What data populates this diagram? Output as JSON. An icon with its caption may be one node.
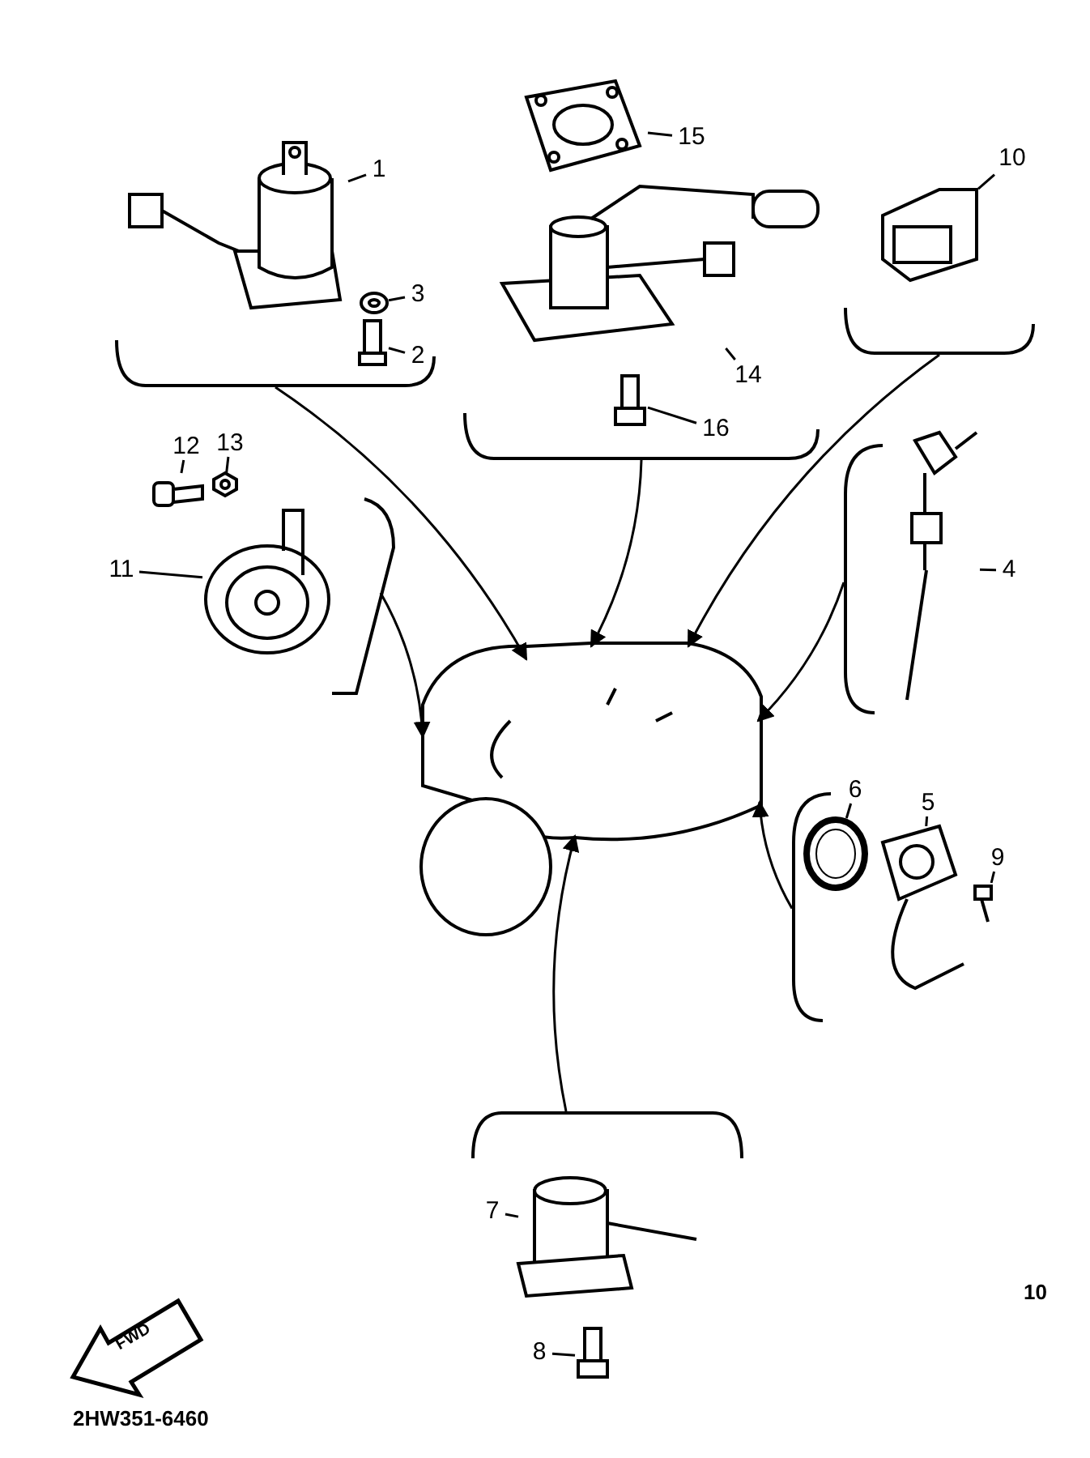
{
  "diagram": {
    "nodes": [
      {
        "text": [],
        "shape": "bracket"
      },
      {
        "text": [
          "1"
        ],
        "in": 0
      },
      {
        "text": [],
        "shape": "picture",
        "in": 0
      },
      {
        "text": [
          "3"
        ],
        "in": 0
      },
      {
        "text": [],
        "shape": "picture",
        "in": 0
      },
      {
        "text": [
          "2"
        ],
        "in": 0
      },
      {
        "text": [],
        "shape": "picture",
        "in": 0
      },
      {
        "text": [],
        "shape": "bracket"
      },
      {
        "text": [
          "15"
        ],
        "in": 7
      },
      {
        "text": [],
        "shape": "picture",
        "in": 7
      },
      {
        "text": [
          "14"
        ],
        "in": 7
      },
      {
        "text": [],
        "shape": "picture",
        "in": 7
      },
      {
        "text": [
          "16"
        ],
        "in": 7
      },
      {
        "text": [],
        "shape": "picture",
        "in": 7
      },
      {
        "text": [],
        "shape": "bracket"
      },
      {
        "text": [
          "10"
        ],
        "in": 14
      },
      {
        "text": [],
        "shape": "picture",
        "in": 14
      },
      {
        "text": [],
        "shape": "bracket"
      },
      {
        "text": [
          "12"
        ],
        "in": 17
      },
      {
        "text": [],
        "shape": "picture",
        "in": 17
      },
      {
        "text": [
          "13"
        ],
        "in": 17
      },
      {
        "text": [],
        "shape": "picture",
        "in": 17
      },
      {
        "text": [
          "11"
        ],
        "in": 17
      },
      {
        "text": [],
        "shape": "picture",
        "in": 17
      },
      {
        "text": [],
        "shape": "bracket"
      },
      {
        "text": [
          "4"
        ],
        "in": 24
      },
      {
        "text": [],
        "shape": "picture",
        "in": 24
      },
      {
        "text": [],
        "shape": "picture"
      },
      {
        "text": [],
        "shape": "bracket"
      },
      {
        "text": [
          "6"
        ],
        "in": 28
      },
      {
        "text": [],
        "shape": "picture",
        "in": 28
      },
      {
        "text": [
          "5"
        ],
        "in": 28
      },
      {
        "text": [],
        "shape": "picture",
        "in": 28
      },
      {
        "text": [
          "9"
        ],
        "in": 28
      },
      {
        "text": [],
        "shape": "picture",
        "in": 28
      },
      {
        "text": [],
        "shape": "bracket"
      },
      {
        "text": [
          "7"
        ],
        "in": 35
      },
      {
        "text": [],
        "shape": "picture",
        "in": 35
      },
      {
        "text": [
          "8"
        ],
        "in": 35
      },
      {
        "text": [],
        "shape": "picture",
        "in": 35
      },
      {
        "text": [
          "FWD"
        ]
      }
    ],
    "edges": [
      {
        "from": 1,
        "to": 2,
        "arrow": "none"
      },
      {
        "from": 3,
        "to": 4,
        "arrow": "none"
      },
      {
        "from": 5,
        "to": 6,
        "arrow": "none"
      },
      {
        "from": 8,
        "to": 9,
        "arrow": "none"
      },
      {
        "from": 10,
        "to": 11,
        "arrow": "none"
      },
      {
        "from": 12,
        "to": 13,
        "arrow": "none"
      },
      {
        "from": 15,
        "to": 16,
        "arrow": "none"
      },
      {
        "from": 18,
        "to": 19,
        "arrow": "none"
      },
      {
        "from": 20,
        "to": 21,
        "arrow": "none"
      },
      {
        "from": 22,
        "to": 23,
        "arrow": "none"
      },
      {
        "from": 25,
        "to": 26,
        "arrow": "none"
      },
      {
        "from": 29,
        "to": 30,
        "arrow": "none"
      },
      {
        "from": 31,
        "to": 32,
        "arrow": "none"
      },
      {
        "from": 33,
        "to": 34,
        "arrow": "none"
      },
      {
        "from": 36,
        "to": 37,
        "arrow": "none"
      },
      {
        "from": 38,
        "to": 39,
        "arrow": "none"
      },
      {
        "from": 0,
        "to": 27,
        "arrow": "to"
      },
      {
        "from": 7,
        "to": 27,
        "arrow": "to"
      },
      {
        "from": 14,
        "to": 27,
        "arrow": "to"
      },
      {
        "from": 17,
        "to": 27,
        "arrow": "to"
      },
      {
        "from": 24,
        "to": 27,
        "arrow": "to"
      },
      {
        "from": 28,
        "to": 27,
        "arrow": "to"
      },
      {
        "from": 35,
        "to": 27,
        "arrow": "to"
      }
    ],
    "labels": [
      "10",
      "2HW351-6460"
    ]
  }
}
